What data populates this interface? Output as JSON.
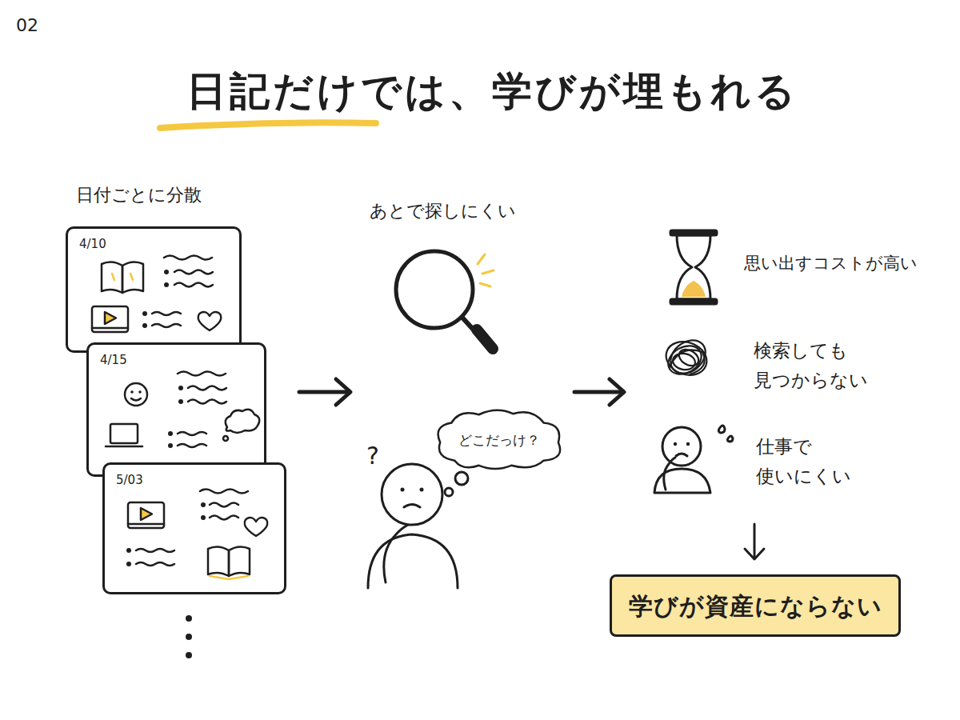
{
  "diagram": {
    "title": "日記だけでは、学びが埋もれる",
    "nodes": [
      {
        "text": [
          "4/10"
        ]
      },
      {
        "text": [
          "4/15"
        ]
      },
      {
        "text": [
          "5/03"
        ]
      },
      {
        "text": [
          "どこだっけ？"
        ]
      },
      {
        "text": [
          "学びが資産にならない"
        ]
      }
    ],
    "labels": [
      "02",
      "日付ごとに分散",
      "あとで探しにくい",
      "?",
      "思い出すコストが高い",
      "検索しても 見つからない",
      "仕事で 使いにくい"
    ]
  }
}
